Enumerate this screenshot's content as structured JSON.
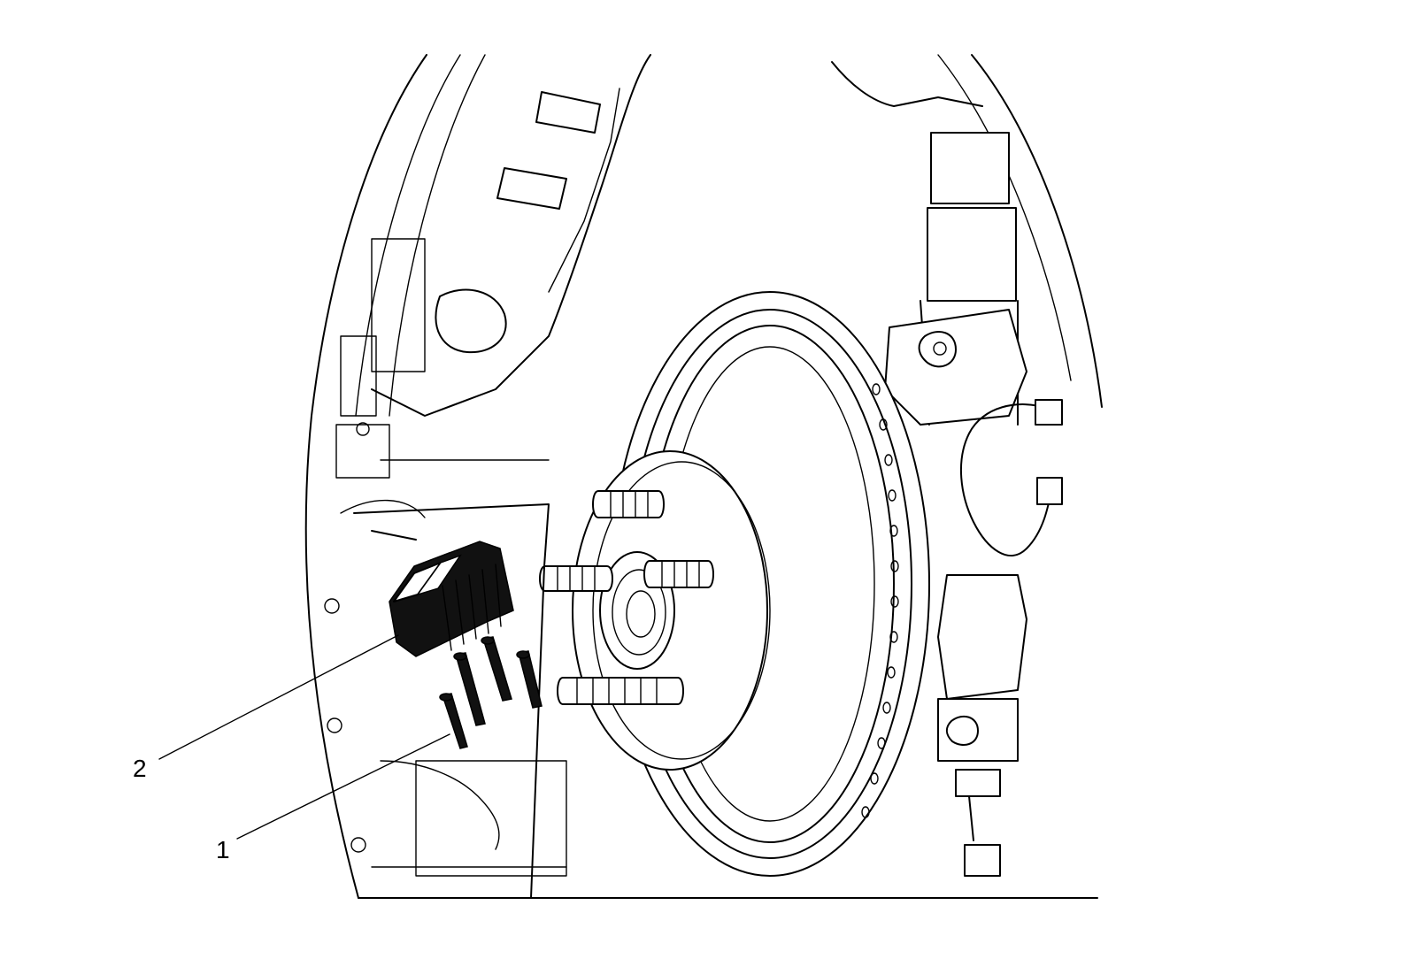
{
  "callouts": [
    {
      "id": "1",
      "label": "1",
      "target": "fasteners"
    },
    {
      "id": "2",
      "label": "2",
      "target": "component"
    }
  ],
  "colors": {
    "line": "#000000",
    "background": "#ffffff"
  }
}
